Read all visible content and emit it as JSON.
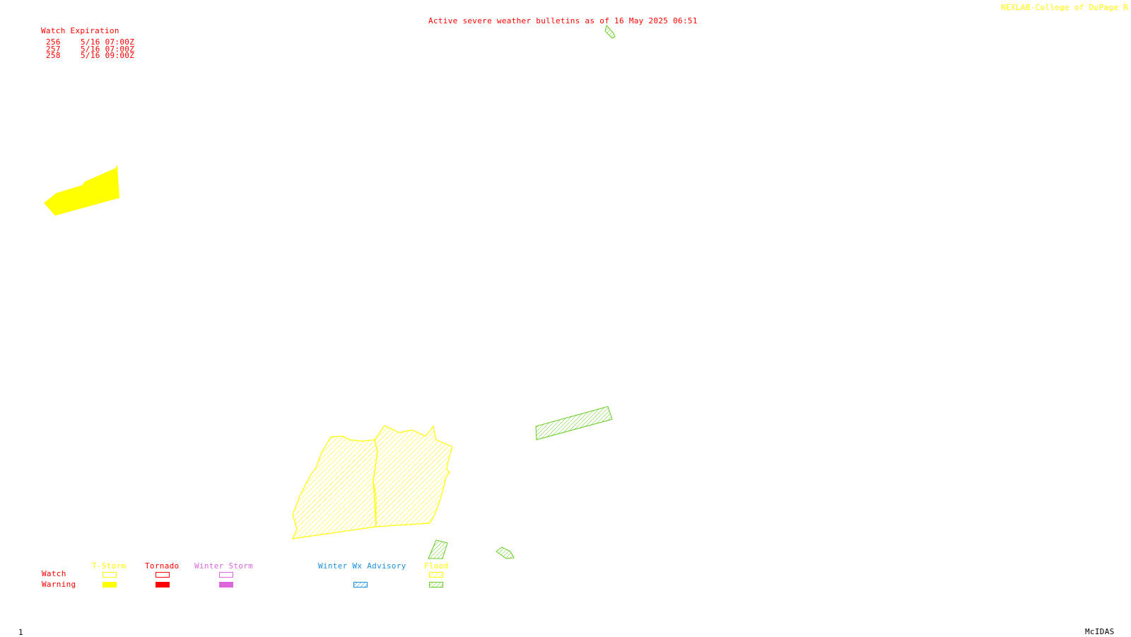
{
  "header": {
    "title": "Active severe weather bulletins as of 16 May 2025 06:51",
    "credit": "NEXLAB-College of DuPage R"
  },
  "watch_expiration": {
    "heading": "Watch Expiration",
    "rows": [
      {
        "id": "256",
        "expires": "5/16 07:00Z"
      },
      {
        "id": "257",
        "expires": "5/16 07:00Z"
      },
      {
        "id": "258",
        "expires": "5/16 09:00Z"
      }
    ]
  },
  "legend": {
    "row_labels": {
      "watch": "Watch",
      "warning": "Warning"
    },
    "categories": [
      {
        "label": "T-Storm",
        "color": "#ffff00"
      },
      {
        "label": "Tornado",
        "color": "#ff0000"
      },
      {
        "label": "Winter Storm",
        "color": "#dd66dd"
      },
      {
        "label": "Winter Wx Advisory",
        "color": "#1a8fe0"
      },
      {
        "label": "Flood",
        "color": "#ffff00"
      }
    ]
  },
  "colors": {
    "tstorm": "#ffff00",
    "tornado": "#ff0000",
    "winter_storm": "#dd66dd",
    "winter_advisory": "#1a8fe0",
    "flood": "#66cc22",
    "text": "#ff0000"
  },
  "footer": {
    "frame_number": "1",
    "software": "McIDAS"
  }
}
